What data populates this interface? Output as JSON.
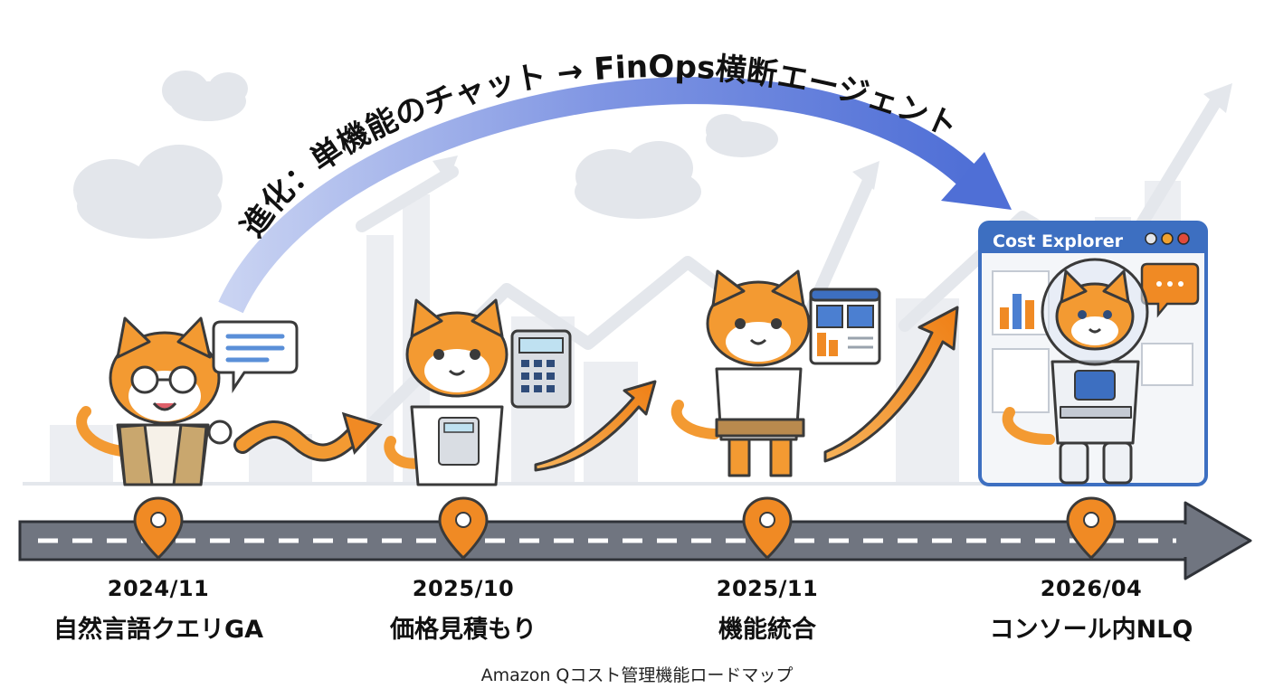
{
  "headline": {
    "prefix": "進化：単機能のチャット",
    "arrow": "→",
    "suffix": "FinOps横断エージェント"
  },
  "milestones": [
    {
      "date": "2024/11",
      "label": "自然言語クエリGA"
    },
    {
      "date": "2025/10",
      "label": "価格見積もり"
    },
    {
      "date": "2025/11",
      "label": "機能統合"
    },
    {
      "date": "2026/04",
      "label": "コンソール内NLQ"
    }
  ],
  "console_window": {
    "title": "Cost Explorer"
  },
  "caption": "Amazon Qコスト管理機能ロードマップ",
  "colors": {
    "orange": "#f08a24",
    "road": "#707580",
    "arc_blue": "#5a78d8",
    "window_blue": "#3d6fc1",
    "background_gray": "#e6e9ee"
  },
  "icons": [
    "cloud-icon",
    "bar-chart-icon",
    "trend-arrow-icon",
    "location-pin-icon",
    "speech-bubble-icon",
    "calculator-icon",
    "dashboard-icon",
    "cat-mascot-icon"
  ]
}
